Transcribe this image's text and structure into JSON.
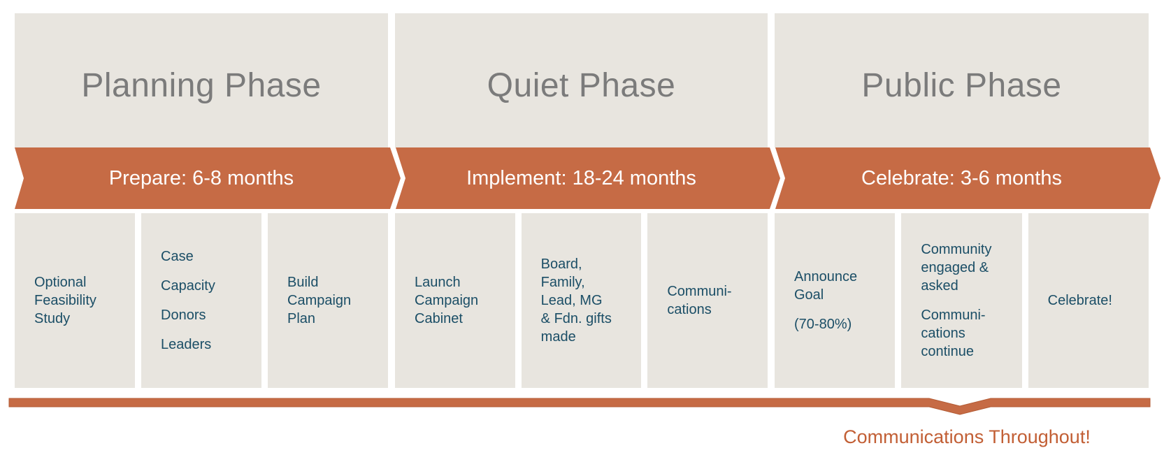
{
  "colors": {
    "orange": "#C66B45",
    "bar_stroke": "#B35A33",
    "box_bg": "#E8E5DF",
    "phase_title_gray": "#7B7B7B",
    "detail_text_teal": "#1B4E66",
    "banner_text": "#FFFFFF",
    "footer_text": "#C25F35"
  },
  "phases": [
    {
      "title": "Planning Phase",
      "banner": "Prepare: 6-8 months",
      "boxes": [
        {
          "paragraphs": [
            "Optional\nFeasibility\nStudy"
          ]
        },
        {
          "paragraphs": [
            "Case",
            "Capacity",
            "Donors",
            "Leaders"
          ]
        },
        {
          "paragraphs": [
            "Build\nCampaign\nPlan"
          ]
        }
      ]
    },
    {
      "title": "Quiet Phase",
      "banner": "Implement: 18-24 months",
      "boxes": [
        {
          "paragraphs": [
            "Launch\nCampaign\nCabinet"
          ]
        },
        {
          "paragraphs": [
            "Board,\nFamily,\nLead, MG\n& Fdn. gifts\nmade"
          ]
        },
        {
          "paragraphs": [
            "Communi-\ncations"
          ]
        }
      ]
    },
    {
      "title": "Public Phase",
      "banner": "Celebrate: 3-6 months",
      "boxes": [
        {
          "paragraphs": [
            "Announce\nGoal",
            "(70-80%)"
          ]
        },
        {
          "paragraphs": [
            "Community\nengaged &\nasked",
            "Communi-\ncations\ncontinue"
          ]
        },
        {
          "paragraphs": [
            "Celebrate!"
          ]
        }
      ]
    }
  ],
  "footer": {
    "label": "Communications Throughout!"
  }
}
